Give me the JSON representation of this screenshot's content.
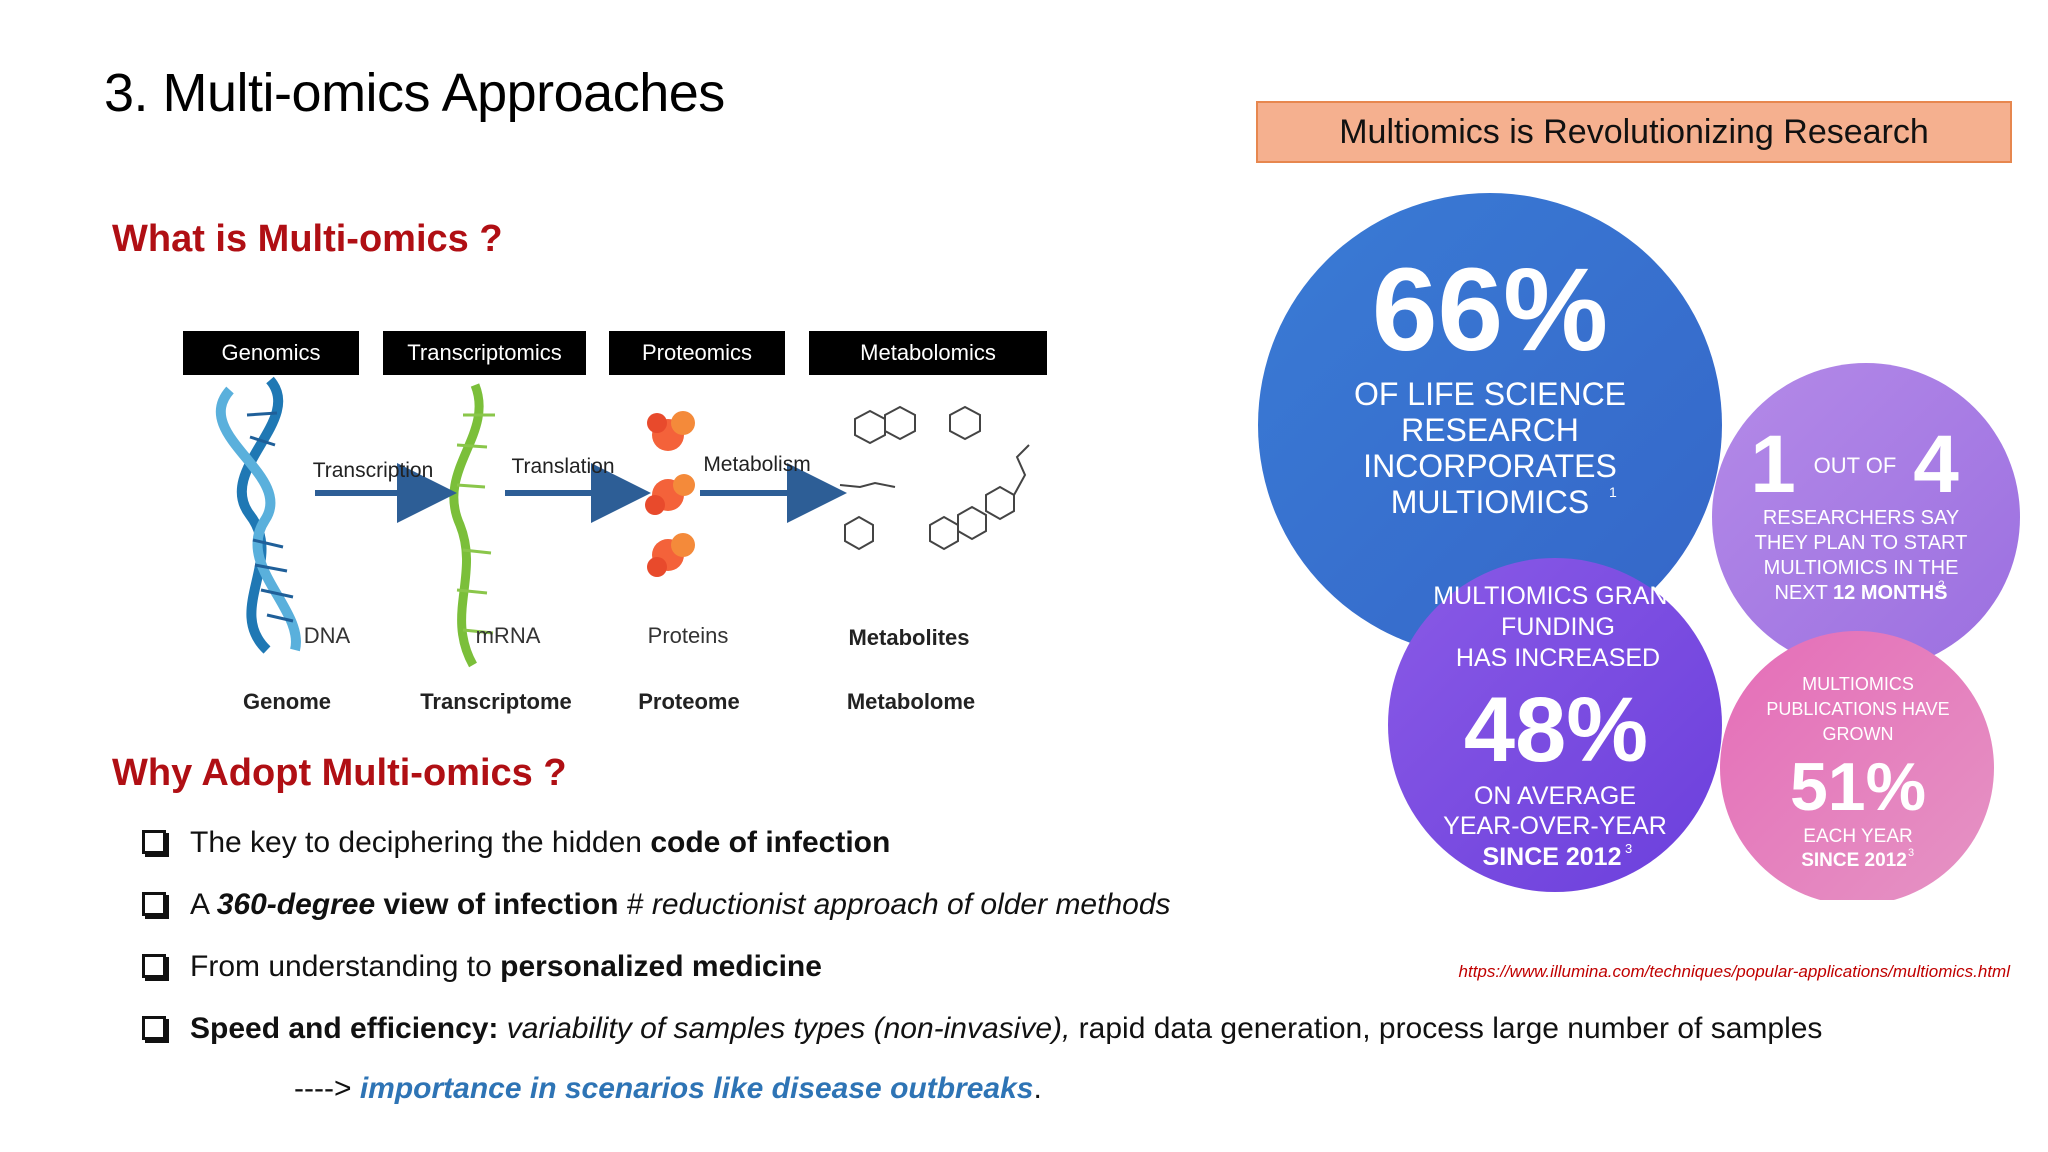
{
  "slide": {
    "title": "3. Multi-omics Approaches",
    "what_heading": "What is Multi-omics ?",
    "why_heading": "Why Adopt Multi-omics ?"
  },
  "diagram": {
    "labels": [
      "Genomics",
      "Transcriptomics",
      "Proteomics",
      "Metabolomics"
    ],
    "steps": [
      "Transcription",
      "Translation",
      "Metabolism"
    ],
    "molecules": [
      "DNA",
      "mRNA",
      "Proteins",
      "Metabolites"
    ],
    "omes": [
      "Genome",
      "Transcriptome",
      "Proteome",
      "Metabolome"
    ]
  },
  "bullets": {
    "b1": {
      "pre": "The key to deciphering the hidden ",
      "bold": "code of infection"
    },
    "b2": {
      "pre": "A ",
      "bolditalic": "360-degree",
      "bold": " view of infection",
      "mid": " # ",
      "italic": "reductionist approach of older methods"
    },
    "b3": {
      "pre": "From understanding to ",
      "bold": "personalized medicine"
    },
    "b4": {
      "bold": "Speed and efficiency:",
      "italic": " variability of samples types (non-invasive),",
      "rest": " rapid data generation, process large number of samples"
    },
    "sub": {
      "arrow": "----> ",
      "emph": "importance in scenarios like disease outbreaks",
      "end": "."
    }
  },
  "infographic": {
    "banner": "Multiomics is Revolutionizing Research",
    "c66": {
      "value": "66%",
      "lines": [
        "OF LIFE SCIENCE",
        "RESEARCH",
        "INCORPORATES",
        "MULTIOMICS"
      ],
      "sup": "1"
    },
    "c1of4": {
      "one": "1",
      "outof": "OUT OF",
      "four": "4",
      "lines": [
        "RESEARCHERS SAY",
        "THEY PLAN TO START",
        "MULTIOMICS IN THE"
      ],
      "last_pre": "NEXT ",
      "last_bold": "12 MONTHS",
      "sup": "2"
    },
    "c48": {
      "top": [
        "MULTIOMICS GRANT",
        "FUNDING",
        "HAS INCREASED"
      ],
      "value": "48%",
      "bottom": [
        "ON AVERAGE",
        "YEAR-OVER-YEAR"
      ],
      "since": "SINCE 2012",
      "sup": "3"
    },
    "c51": {
      "top": [
        "MULTIOMICS",
        "PUBLICATIONS HAVE",
        "GROWN"
      ],
      "value": "51%",
      "each": "EACH YEAR",
      "since": "SINCE 2012",
      "sup": "3"
    },
    "colors": {
      "blue": "#3b72cf",
      "lavender": "#a77fe5",
      "purple": "#7b4fe0",
      "pink": "#e27ab9"
    }
  },
  "source_url": "https://www.illumina.com/techniques/popular-applications/multiomics.html"
}
